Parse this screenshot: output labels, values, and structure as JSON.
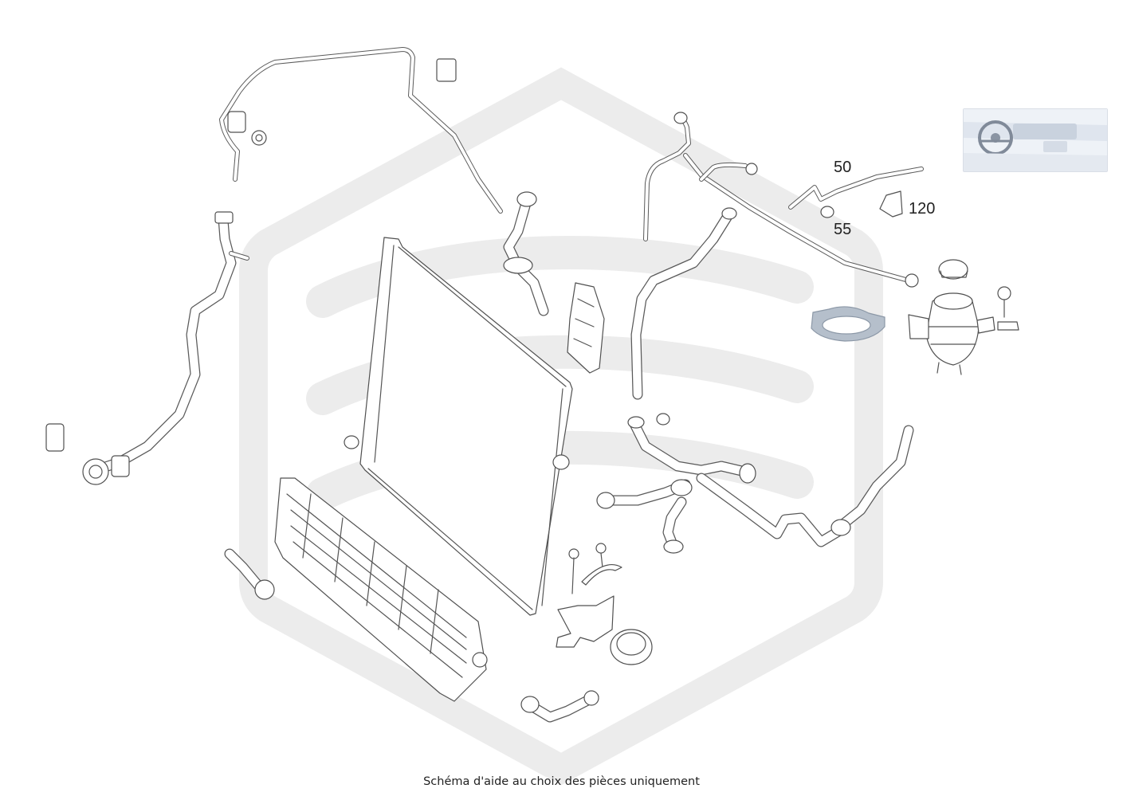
{
  "caption": "Schéma d'aide au choix des pièces uniquement",
  "callouts": [
    {
      "id": "50",
      "label": "50"
    },
    {
      "id": "55",
      "label": "55"
    },
    {
      "id": "120",
      "label": "120"
    }
  ],
  "colors": {
    "watermark": "#ececec",
    "line": "#505050",
    "highlight": "#9aa6b4",
    "thumbnail": "#eef2f7"
  },
  "icons": {
    "watermark": "brand-hexagon-watermark",
    "thumbnail": "dashboard-steering-wheel-thumbnail"
  }
}
